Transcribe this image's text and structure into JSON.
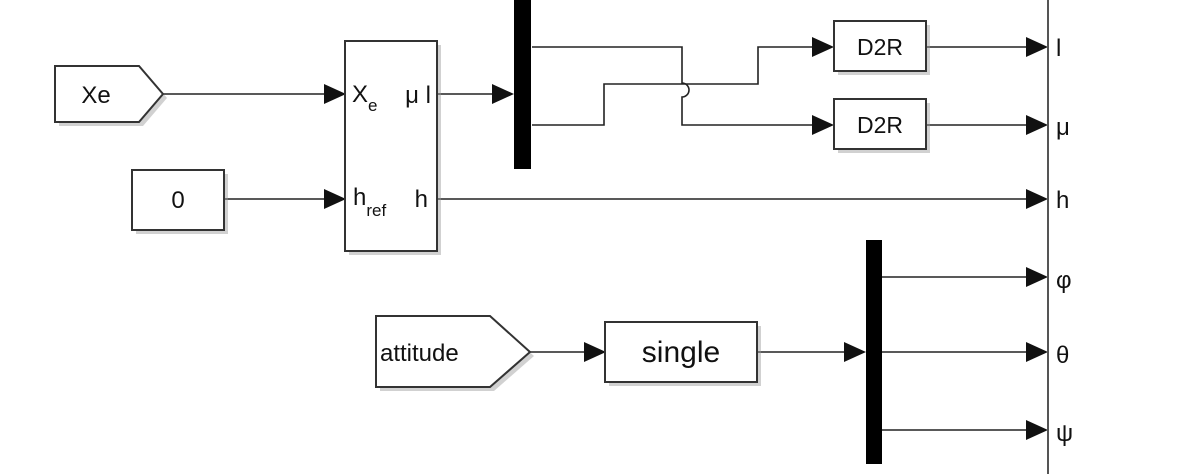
{
  "blocks": {
    "goto_xe": {
      "label": "Xe"
    },
    "const_zero": {
      "label": "0"
    },
    "converter": {
      "port_xe_base": "X",
      "port_xe_sub": "e",
      "port_mu_l": "μ l",
      "port_href_base": "h",
      "port_href_sub": "ref",
      "port_h": "h"
    },
    "d2r_top": {
      "label": "D2R"
    },
    "d2r_bottom": {
      "label": "D2R"
    },
    "goto_attitude": {
      "label": "attitude"
    },
    "single_cast": {
      "label": "single"
    }
  },
  "outputs": {
    "l": "l",
    "mu": "μ",
    "h": "h",
    "phi": "φ",
    "theta": "θ",
    "psi": "ψ"
  }
}
